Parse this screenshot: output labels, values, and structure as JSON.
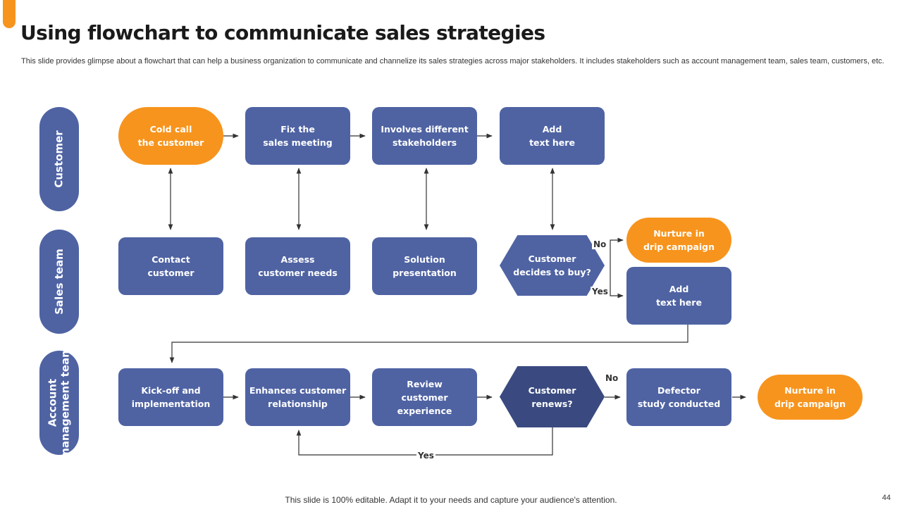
{
  "title": "Using flowchart to communicate sales strategies",
  "subtitle": "This slide provides glimpse about a flowchart that can help a business organization to communicate and channelize its sales strategies across major stakeholders. It includes stakeholders such as account management team, sales team, customers, etc.",
  "lanes": {
    "customer": "Customer",
    "sales": "Sales team",
    "account": "Account\nmanagement team"
  },
  "nodes": {
    "cold_call": "Cold call\nthe customer",
    "fix_meeting": "Fix the\nsales meeting",
    "involves_stakeholders": "Involves different\nstakeholders",
    "add_text_customer": "Add\ntext here",
    "contact_customer": "Contact\ncustomer",
    "assess_needs": "Assess\ncustomer needs",
    "solution_presentation": "Solution\npresentation",
    "decides_to_buy": "Customer\ndecides to buy?",
    "nurture_1": "Nurture in\ndrip campaign",
    "add_text_sales": "Add\ntext here",
    "kickoff": "Kick-off and\nimplementation",
    "enhances_relationship": "Enhances customer\nrelationship",
    "review_experience": "Review\ncustomer\nexperience",
    "customer_renews": "Customer\nrenews?",
    "defector_study": "Defector\nstudy conducted",
    "nurture_2": "Nurture in\ndrip campaign"
  },
  "edge_labels": {
    "buy_no": "No",
    "buy_yes": "Yes",
    "renew_no": "No",
    "renew_yes": "Yes"
  },
  "footer": "This slide is 100% editable. Adapt it to your needs and capture your audience's attention.",
  "page_number": "44",
  "colors": {
    "primary": "#4f63a3",
    "primary_dark": "#3a4a80",
    "accent": "#f7941d",
    "connector": "#333333"
  }
}
